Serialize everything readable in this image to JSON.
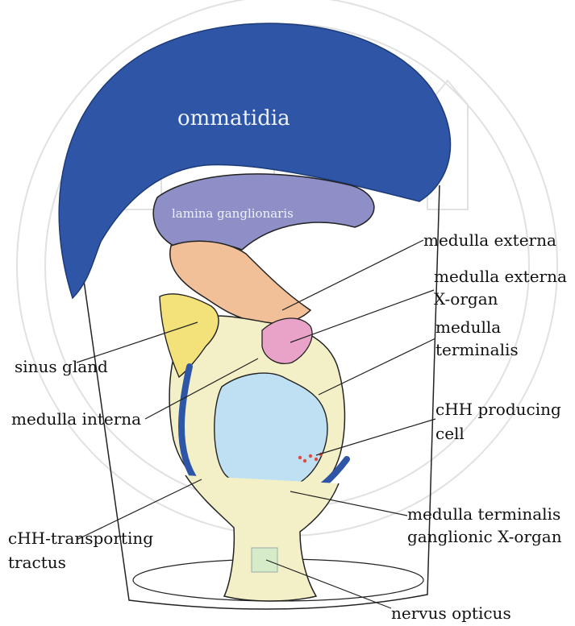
{
  "diagram": {
    "labels": {
      "ommatidia": "ommatidia",
      "lamina": "lamina ganglionaris",
      "medulla_externa": "medulla externa",
      "medulla_externa_xorgan_1": "medulla externa",
      "medulla_externa_xorgan_2": "X-organ",
      "medulla_terminalis_1": "medulla",
      "medulla_terminalis_2": "terminalis",
      "sinus_gland": "sinus gland",
      "medulla_interna": "medulla interna",
      "chh_cell_1": "cHH producing",
      "chh_cell_2": "cell",
      "mt_gxo_1": "medulla terminalis",
      "mt_gxo_2": "ganglionic X-organ",
      "chh_tractus_1": "cHH-transporting",
      "chh_tractus_2": "tractus",
      "nervus_opticus": "nervus opticus"
    },
    "colors": {
      "ommatidia": "#2f56a6",
      "lamina": "#8d8fc6",
      "medulla_externa": "#f1bf98",
      "x_organ": "#e9a2c8",
      "sinus_gland": "#f3e27a",
      "pale_tissue": "#f3f0c8",
      "light_blue": "#bfe0f2",
      "tract_blue": "#2f56a6",
      "outline": "#222222"
    }
  }
}
